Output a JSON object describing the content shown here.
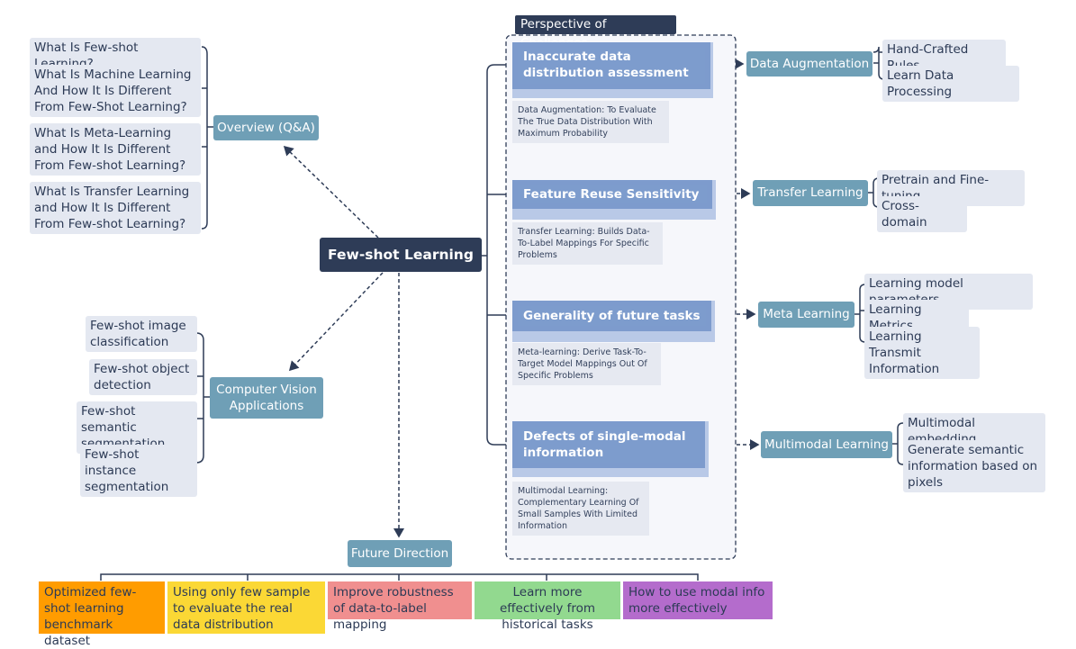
{
  "root": "Few-shot Learning",
  "overview": {
    "label": "Overview (Q&A)",
    "items": [
      "What Is Few-shot Learning?",
      "What Is Machine Learning And How It Is Different From Few-Shot Learning?",
      "What Is Meta-Learning and How It Is Different From Few-shot Learning?",
      "What Is Transfer Learning and How It Is Different From Few-shot Learning?"
    ]
  },
  "cv": {
    "label": "Computer Vision Applications",
    "items": [
      "Few-shot image classification",
      "Few-shot object detection",
      "Few-shot semantic segmentation",
      "Few-shot instance segmentation"
    ]
  },
  "challenges": {
    "title": "Perspective of Challenges",
    "items": [
      {
        "label": "Inaccurate data distribution assessment",
        "note": "Data Augmentation:  To Evaluate The True Data Distribution With Maximum Probability",
        "method": "Data Augmentation",
        "subs": [
          "Hand-Crafted Rules",
          "Learn Data Processing"
        ]
      },
      {
        "label": "Feature Reuse Sensitivity",
        "note": "Transfer Learning:  Builds Data-To-Label Mappings For Specific Problems",
        "method": "Transfer Learning",
        "subs": [
          "Pretrain and Fine-tuning",
          "Cross-domain"
        ]
      },
      {
        "label": "Generality of future tasks",
        "note": "Meta-learning:  Derive Task-To-Target Model Mappings Out Of Specific Problems",
        "method": "Meta Learning",
        "subs": [
          "Learning model parameters",
          "Learning Metrics",
          "Learning Transmit Information"
        ]
      },
      {
        "label": "Defects of single-modal information",
        "note": "Multimodal Learning: Complementary Learning Of Small Samples With Limited Information",
        "method": "Multimodal Learning",
        "subs": [
          "Multimodal embedding",
          "Generate semantic information based on pixels"
        ]
      }
    ]
  },
  "future": {
    "label": "Future Direction",
    "items": [
      {
        "text": "Optimized few-shot learning benchmark dataset",
        "color": "#ff9c00"
      },
      {
        "text": "Using only few sample to evaluate the real data distribution",
        "color": "#fbd835"
      },
      {
        "text": "Improve robustness of data-to-label mapping",
        "color": "#f08f8f"
      },
      {
        "text": "Learn more effectively from historical tasks",
        "color": "#92d98f"
      },
      {
        "text": "How to use modal info more effectively",
        "color": "#b46ccc"
      }
    ]
  },
  "colors": {
    "root": "#2e3c57",
    "branch": "#6f9fb6",
    "challenge": "#7d9ccd",
    "leaf": "#e4e8f1",
    "line": "#2e3c57"
  }
}
